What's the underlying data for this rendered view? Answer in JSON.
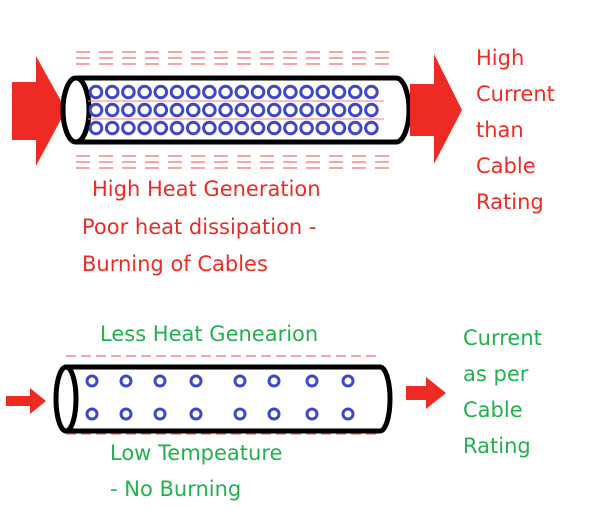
{
  "colors": {
    "red": "#ee2a24",
    "green": "#22b14c",
    "blue": "#3f48cc",
    "dash_red": "#f08080",
    "outline": "#000000"
  },
  "top_panel": {
    "output_lines": [
      "High",
      "Current",
      "than",
      "Cable",
      "Rating"
    ],
    "desc_lines": [
      "High Heat Generation",
      "Poor heat dissipation -",
      "Burning of Cables"
    ]
  },
  "bottom_panel": {
    "heading": "Less Heat Genearion",
    "output_lines": [
      "Current",
      "as per",
      "Cable",
      "Rating"
    ],
    "desc_lines": [
      "Low Tempeature",
      "- No Burning"
    ]
  }
}
